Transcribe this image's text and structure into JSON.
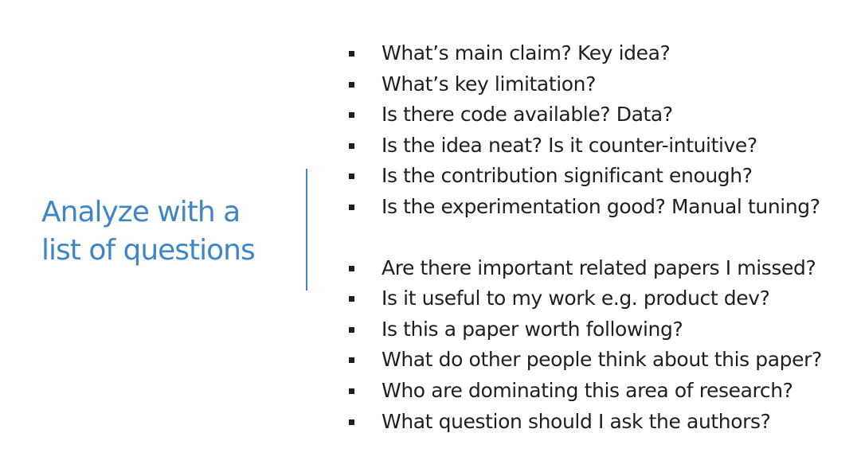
{
  "slide": {
    "title_lines": [
      "Analyze with a",
      "list of questions"
    ],
    "accent_color": "#3e86c6",
    "groups": [
      {
        "items": [
          "What’s main claim? Key idea?",
          "What’s key limitation?",
          "Is there code available? Data?",
          "Is the idea neat? Is it counter-intuitive?",
          "Is the contribution significant enough?",
          "Is the experimentation good? Manual tuning?"
        ]
      },
      {
        "items": [
          "Are there important related papers I missed?",
          "Is it useful to my work e.g. product dev?",
          "Is this a paper worth following?",
          "What do other people think about this paper?",
          "Who are dominating this area of research?",
          "What question should I ask the authors?"
        ]
      }
    ]
  }
}
